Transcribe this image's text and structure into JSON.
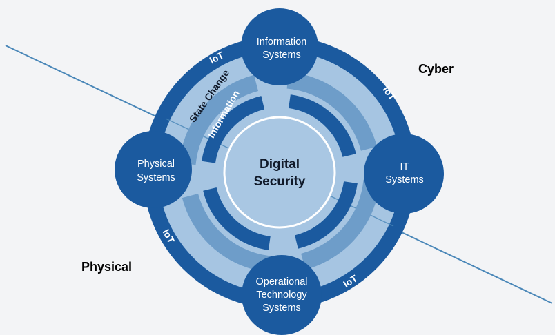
{
  "center": {
    "line1": "Digital",
    "line2": "Security"
  },
  "nodes": {
    "top": {
      "line1": "Information",
      "line2": "Systems"
    },
    "left": {
      "line1": "Physical",
      "line2": "Systems"
    },
    "right": {
      "line1": "IT",
      "line2": "Systems"
    },
    "bottom": {
      "line1": "Operational",
      "line2": "Technology",
      "line3": "Systems"
    }
  },
  "ring_labels": {
    "iot": "IoT",
    "state_change": "State Change",
    "information": "Information"
  },
  "zones": {
    "cyber": "Cyber",
    "physical": "Physical"
  },
  "colors": {
    "dark": "#1b5a9f",
    "light": "#a6c5e2",
    "medium": "#6e9dc9",
    "background": "#f3f4f6"
  }
}
